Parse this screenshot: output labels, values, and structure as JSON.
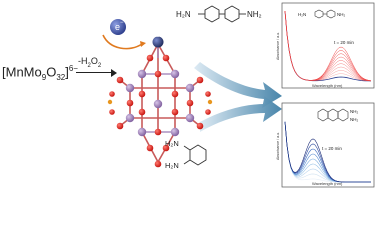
{
  "reaction": {
    "formula_main": "[MnMo",
    "formula_sub1": "9",
    "formula_mid": "O",
    "formula_sub2": "32",
    "formula_close": "]",
    "formula_charge": "6−",
    "minus_label": "-H",
    "minus_sub": "2",
    "minus_tail": "O",
    "minus_tail_sub": "2",
    "electron_symbol": "e",
    "electron_charge": "−",
    "center_atom": "Mn"
  },
  "top_panel": {
    "reagent_left": "H₂N",
    "reagent_right": "NH₂",
    "inset_left": "H₂N",
    "inset_right": "NH₂",
    "annotation": "t = 20 min",
    "xlabel": "Wavelength (nm)",
    "ylabel": "Absorbance / a.u."
  },
  "bottom_panel": {
    "reagent_top": "H₂N",
    "reagent_bottom": "H₂N",
    "product_right_top": "NH₂",
    "product_right_bottom": "NH₂",
    "annotation": "t = 20 min",
    "xlabel": "Wavelength (nm)",
    "ylabel": "Absorbance / a.u."
  },
  "colors": {
    "arrow": "#3f7fa6",
    "arrow_light": "#a9c9de",
    "mo": "#9b7bb5",
    "oxygen": "#e0201b",
    "mn": "#2b3a6e",
    "electron": "#3a4fa0",
    "spectrum_red": "#e44",
    "spectrum_blue": "#2a3d8f"
  },
  "chart_data": [
    {
      "type": "line",
      "title": "",
      "xlabel": "Wavelength (nm)",
      "ylabel": "Absorbance / a.u.",
      "series_count": 10,
      "annotation": "t = 20 min"
    },
    {
      "type": "line",
      "title": "",
      "xlabel": "Wavelength (nm)",
      "ylabel": "Absorbance / a.u.",
      "series_count": 9,
      "annotation": "t = 20 min"
    }
  ]
}
